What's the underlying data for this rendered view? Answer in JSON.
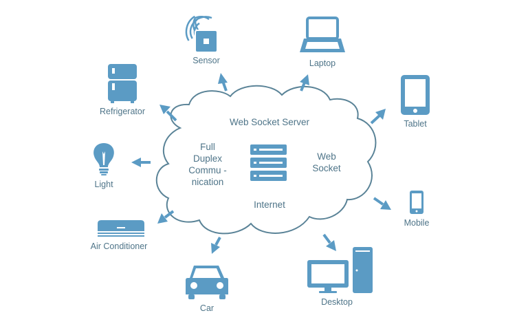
{
  "colors": {
    "icon": "#5b9bc4",
    "text": "#4e7488",
    "cloud_outline": "#5a8397",
    "background": "#ffffff"
  },
  "cloud": {
    "title": "Web Socket Server",
    "left_text": [
      "Full",
      "Duplex",
      "Commu -",
      "nication"
    ],
    "right_text": [
      "Web",
      "Socket"
    ],
    "bottom_text": "Internet",
    "center_icon": "server-stack-icon"
  },
  "devices": [
    {
      "id": "sensor",
      "label": "Sensor",
      "icon": "sensor-icon"
    },
    {
      "id": "laptop",
      "label": "Laptop",
      "icon": "laptop-icon"
    },
    {
      "id": "refrigerator",
      "label": "Refrigerator",
      "icon": "refrigerator-icon"
    },
    {
      "id": "tablet",
      "label": "Tablet",
      "icon": "tablet-icon"
    },
    {
      "id": "light",
      "label": "Light",
      "icon": "lightbulb-icon"
    },
    {
      "id": "mobile",
      "label": "Mobile",
      "icon": "mobile-phone-icon"
    },
    {
      "id": "air_conditioner",
      "label": "Air Conditioner",
      "icon": "air-conditioner-icon"
    },
    {
      "id": "car",
      "label": "Car",
      "icon": "car-icon"
    },
    {
      "id": "desktop",
      "label": "Desktop",
      "icon": "desktop-computer-icon"
    }
  ]
}
